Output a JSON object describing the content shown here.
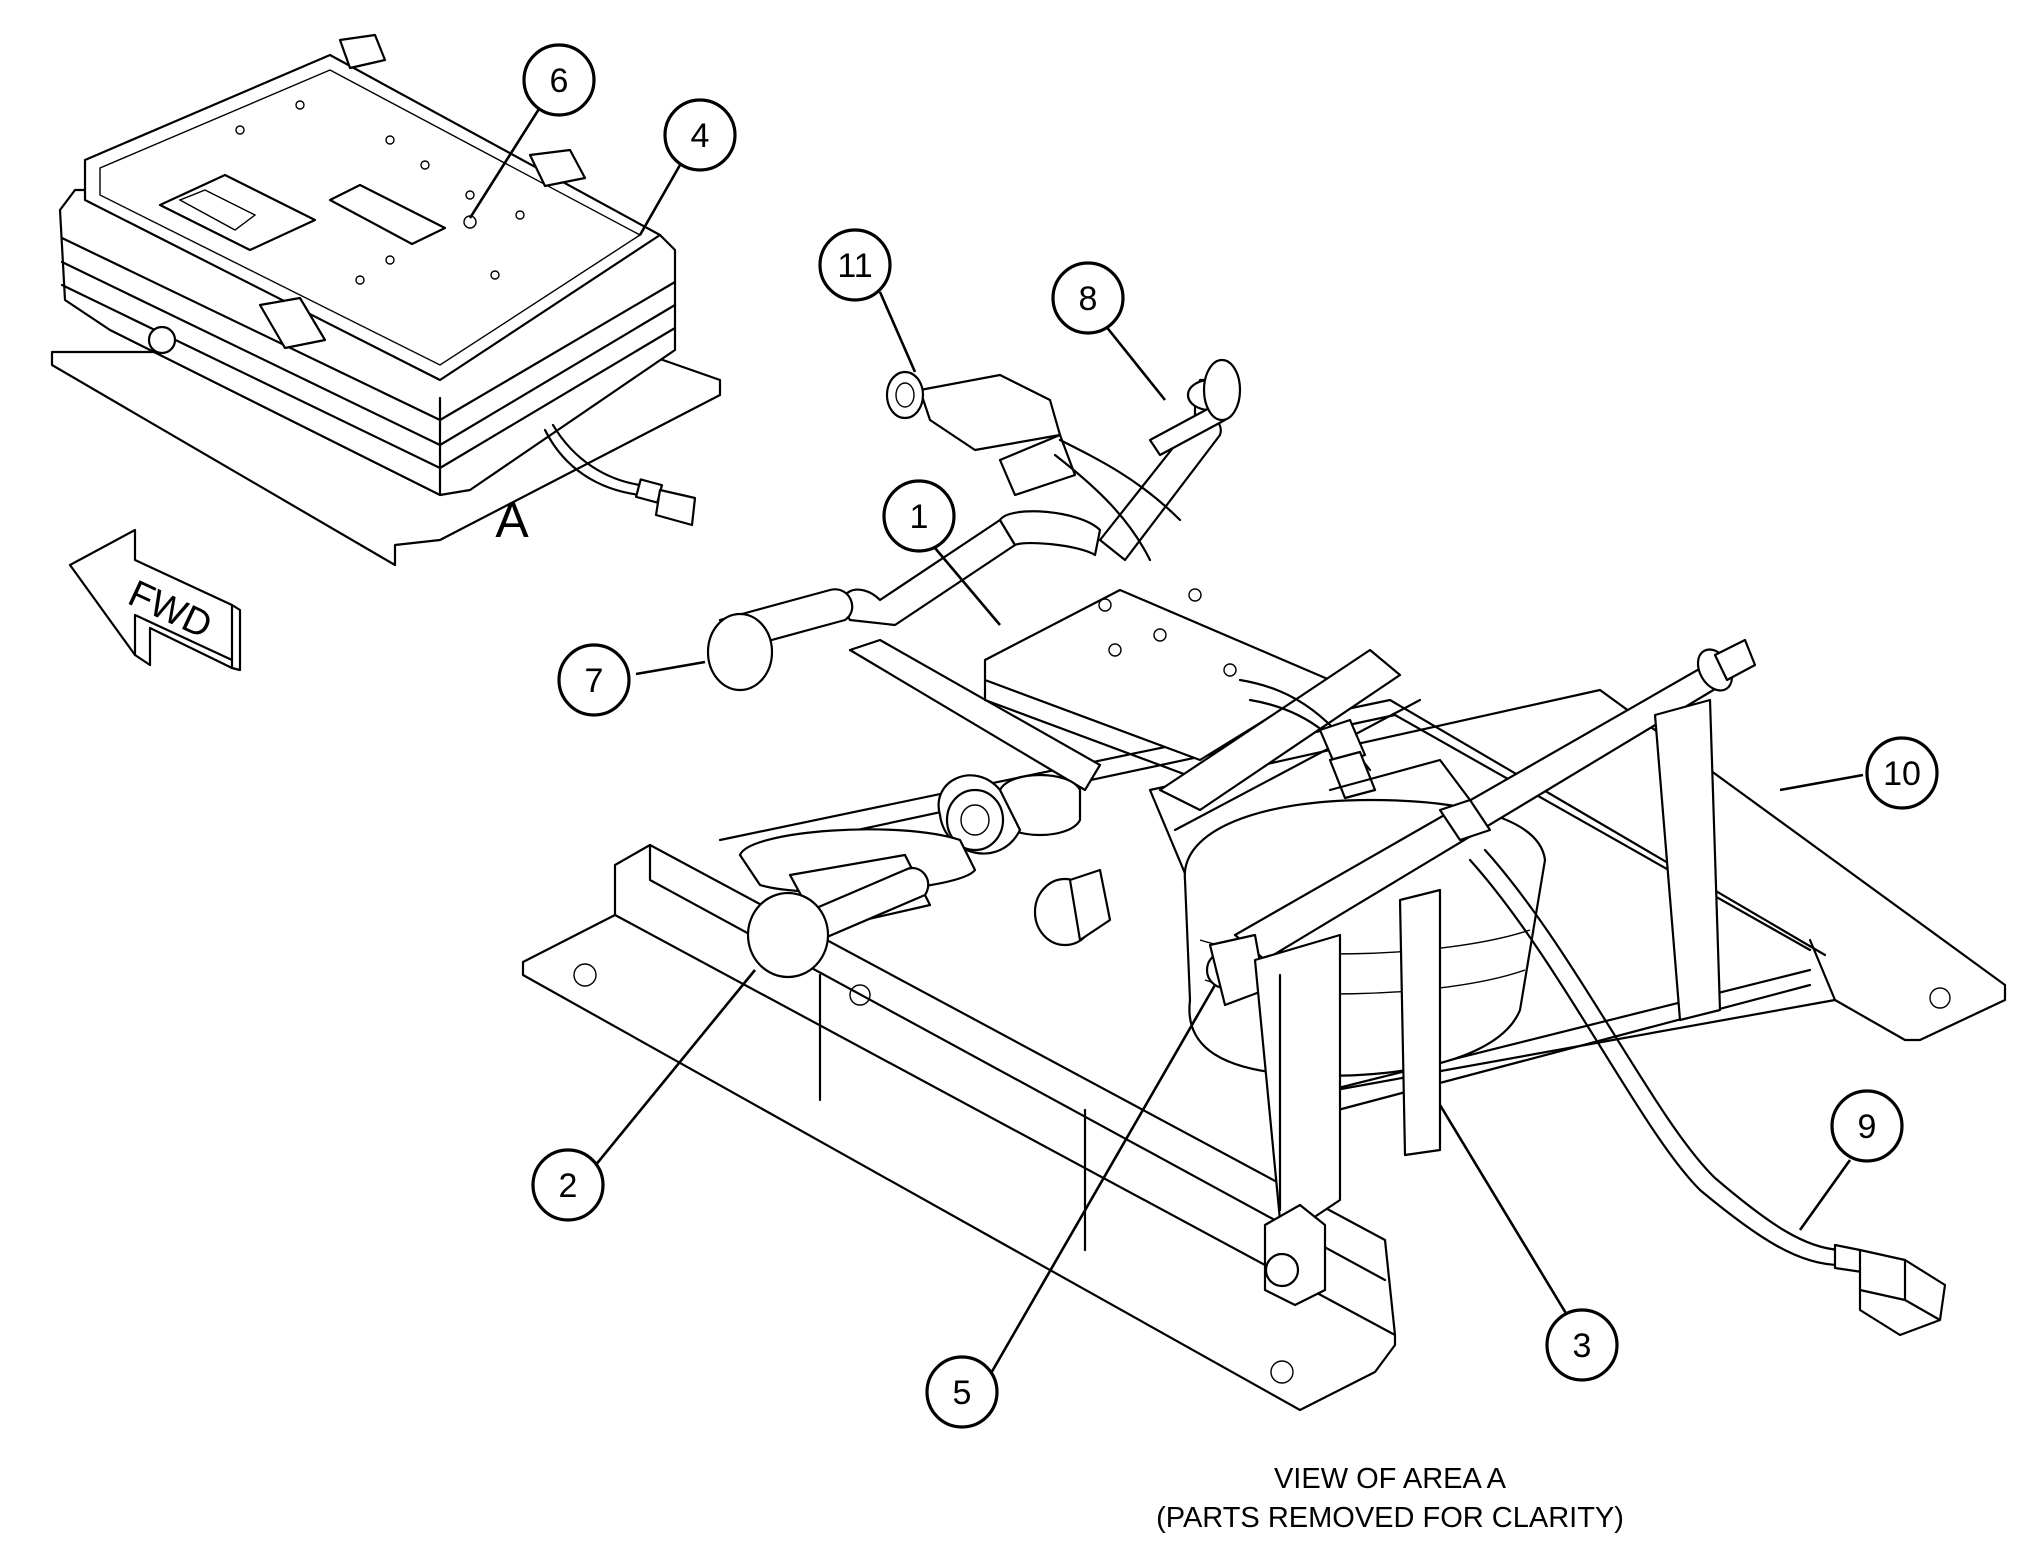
{
  "view_label": "A",
  "direction_arrow": {
    "label": "FWD",
    "icon": "forward-arrow-icon"
  },
  "caption": {
    "line1": "VIEW OF AREA A",
    "line2": "(PARTS REMOVED FOR CLARITY)"
  },
  "callouts": [
    {
      "id": "c1",
      "label": "1"
    },
    {
      "id": "c2",
      "label": "2"
    },
    {
      "id": "c3",
      "label": "3"
    },
    {
      "id": "c4",
      "label": "4"
    },
    {
      "id": "c5",
      "label": "5"
    },
    {
      "id": "c6",
      "label": "6"
    },
    {
      "id": "c7",
      "label": "7"
    },
    {
      "id": "c8",
      "label": "8"
    },
    {
      "id": "c9",
      "label": "9"
    },
    {
      "id": "c10",
      "label": "10"
    },
    {
      "id": "c11",
      "label": "11"
    }
  ]
}
